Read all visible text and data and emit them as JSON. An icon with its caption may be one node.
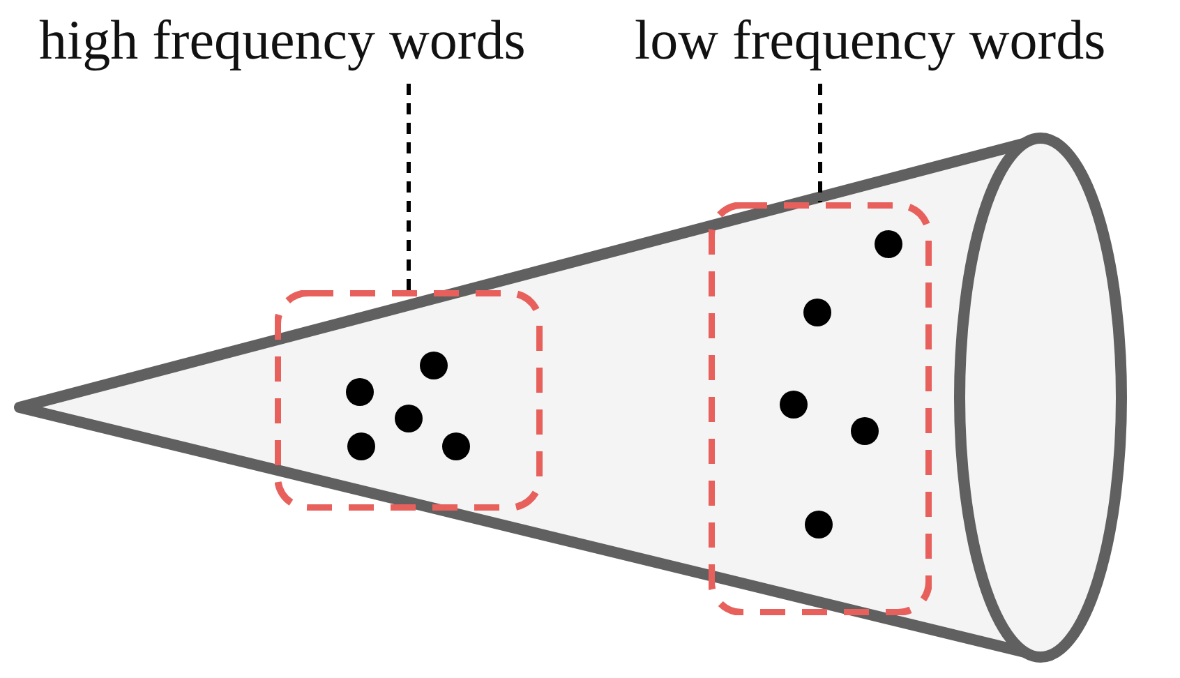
{
  "diagram": {
    "nodes": [
      {
        "text": [
          "high frequency words"
        ]
      },
      {
        "text": [],
        "shape": "box"
      },
      {
        "text": [
          "low frequency words"
        ]
      },
      {
        "text": [],
        "shape": "box"
      }
    ],
    "edges": [
      {
        "from": 0,
        "to": 1,
        "arrow": "none",
        "style": "dashed"
      },
      {
        "from": 2,
        "to": 3,
        "arrow": "none",
        "style": "dashed"
      }
    ]
  }
}
